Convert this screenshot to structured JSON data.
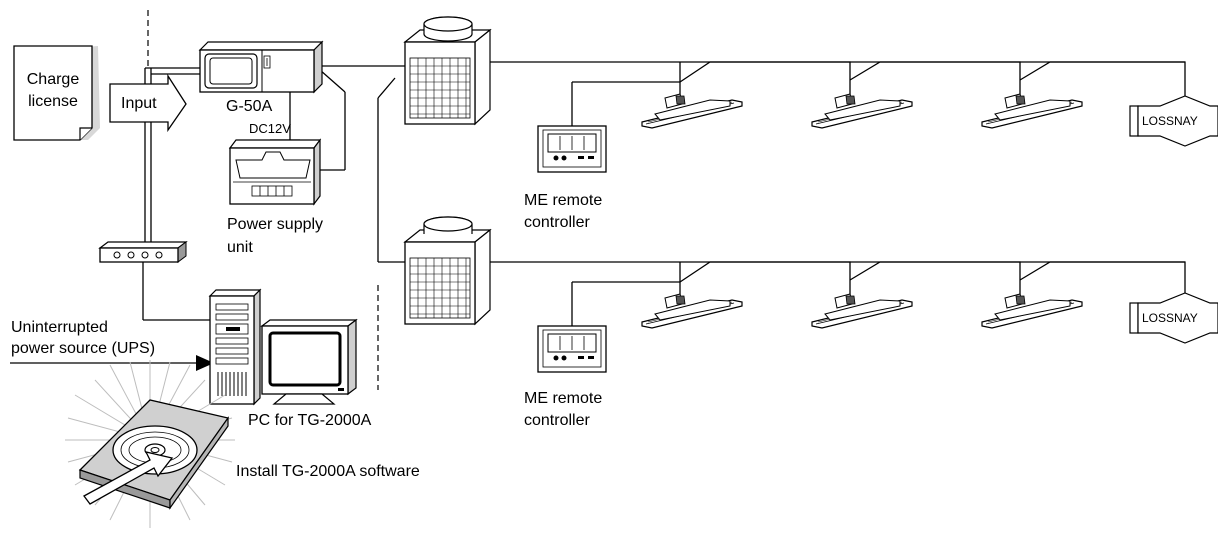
{
  "labels": {
    "charge_license_line1": "Charge",
    "charge_license_line2": "license",
    "input": "Input",
    "g50a": "G-50A",
    "dc12v": "DC12V",
    "power_supply_line1": "Power supply",
    "power_supply_line2": "unit",
    "ups_line1": "Uninterrupted",
    "ups_line2": "power source (UPS)",
    "pc": "PC for TG-2000A",
    "install": "Install TG-2000A software",
    "me_remote_1_line1": "ME remote",
    "me_remote_1_line2": "controller",
    "me_remote_2_line1": "ME remote",
    "me_remote_2_line2": "controller",
    "lossnay_1": "LOSSNAY",
    "lossnay_2": "LOSSNAY"
  },
  "icons": {
    "document": "document-icon",
    "input_arrow": "arrow-right-icon",
    "controller": "g50a-controller-icon",
    "power_supply": "power-supply-icon",
    "hub": "network-hub-icon",
    "pc": "desktop-pc-icon",
    "monitor": "monitor-icon",
    "cd": "cd-rom-icon",
    "outdoor_unit": "outdoor-unit-icon",
    "indoor_unit": "cassette-indoor-unit-icon",
    "remote": "remote-controller-icon",
    "lossnay": "lossnay-ventilator-icon"
  },
  "colors": {
    "line": "#000000",
    "fill": "#ffffff",
    "shade": "#888888"
  }
}
